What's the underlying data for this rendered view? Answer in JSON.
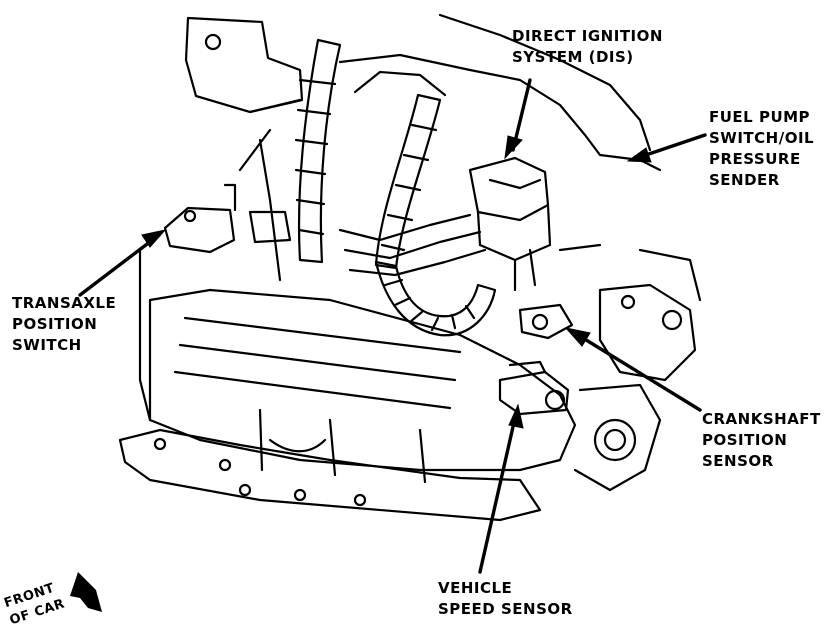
{
  "labels": {
    "direct_ignition": [
      "DIRECT IGNITION",
      "SYSTEM (DIS)"
    ],
    "fuel_pump": [
      "FUEL PUMP",
      "SWITCH/OIL",
      "PRESSURE",
      "SENDER"
    ],
    "transaxle": [
      "TRANSAXLE",
      "POSITION",
      "SWITCH"
    ],
    "crankshaft": [
      "CRANKSHAFT",
      "POSITION",
      "SENSOR"
    ],
    "vehicle_speed": [
      "VEHICLE",
      "SPEED SENSOR"
    ],
    "front_of_car": [
      "FRONT",
      "OF CAR"
    ]
  },
  "colors": {
    "ink": "#000000",
    "paper": "#ffffff"
  }
}
